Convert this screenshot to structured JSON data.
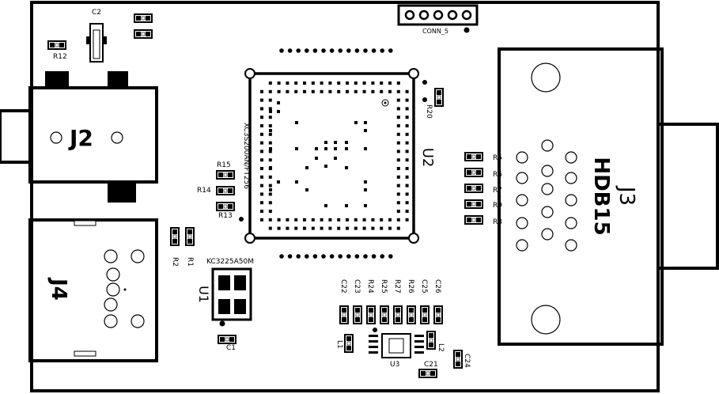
{
  "board": {
    "colors": {
      "ink": "#000000",
      "paper": "#ffffff",
      "gray": "#888888"
    },
    "components": {
      "J2": {
        "ref": "J2"
      },
      "J3": {
        "ref": "J3",
        "value": "HDB15"
      },
      "J4": {
        "ref": "J4"
      },
      "U1": {
        "ref": "U1",
        "value": "KC3225A50M"
      },
      "U2": {
        "ref": "U2",
        "value": "XC3S200AN/FT256"
      },
      "U3": {
        "ref": "U3"
      },
      "CONN": {
        "value": "CONN_5"
      }
    },
    "labels": {
      "C1": "C1",
      "C2": "C2",
      "C21": "C21",
      "C22": "C22",
      "C23": "C23",
      "C24": "C24",
      "C25": "C25",
      "C26": "C26",
      "R1": "R1",
      "R2": "R2",
      "R12": "R12",
      "R13": "R13",
      "R14": "R14",
      "R15": "R15",
      "R20": "R20",
      "R24": "R24",
      "R25": "R25",
      "R26": "R26",
      "R27": "R27",
      "R5": "R5",
      "R6": "R6",
      "R7": "R7",
      "R8": "R8",
      "R9": "R9",
      "L1": "L1",
      "L2": "L2"
    }
  }
}
